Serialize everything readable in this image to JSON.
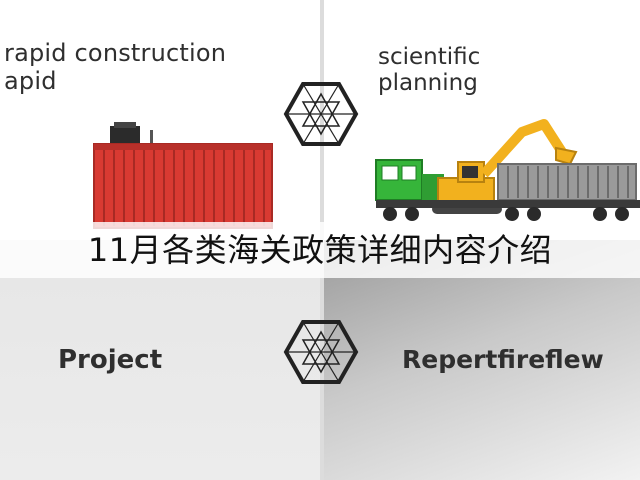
{
  "banner": {
    "title": "11月各类海关政策详细内容介绍"
  },
  "top_left": {
    "line1": "rapid construction",
    "line2": "apid"
  },
  "top_right": {
    "line1": "scientific",
    "line2": "planning"
  },
  "bottom_left": {
    "label": "Project"
  },
  "bottom_right": {
    "label": "Repertfireflew"
  },
  "colors": {
    "container_red": "#d93a32",
    "excavator_yellow": "#f2b11e",
    "truck_green": "#36b53a",
    "railcar_gray": "#9a9a9a",
    "text_dark": "#2f2f2f"
  },
  "icons": [
    "hexagon-star-icon",
    "shipping-container-icon",
    "excavator-train-icon"
  ]
}
